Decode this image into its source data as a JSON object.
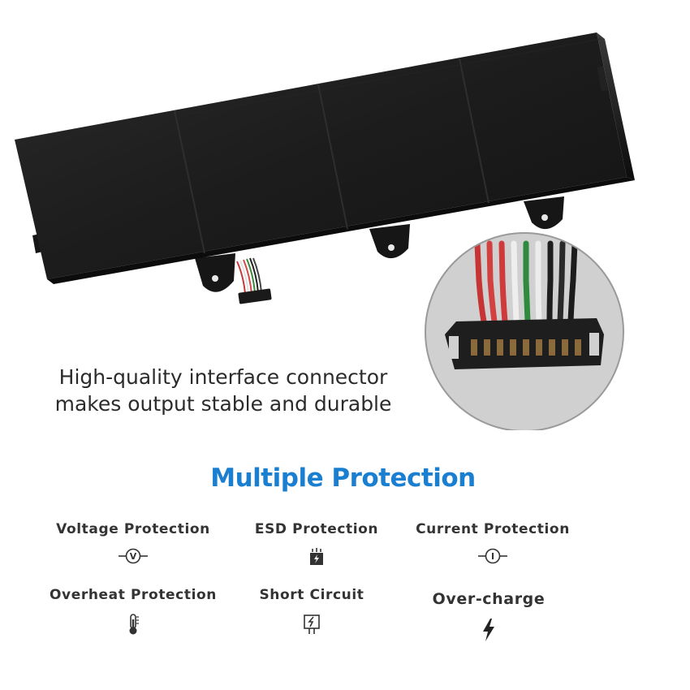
{
  "caption": {
    "line1": "High-quality interface connector",
    "line2": "makes output stable and durable"
  },
  "section": {
    "title": "Multiple Protection"
  },
  "features": [
    {
      "label": "Voltage Protection",
      "icon": "voltage-icon"
    },
    {
      "label": "ESD Protection",
      "icon": "esd-icon"
    },
    {
      "label": "Current Protection",
      "icon": "current-icon"
    },
    {
      "label": "Overheat Protection",
      "icon": "thermometer-icon"
    },
    {
      "label": "Short Circuit",
      "icon": "short-circuit-icon"
    },
    {
      "label": "Over-charge",
      "icon": "lightning-icon"
    }
  ],
  "colors": {
    "title_blue": "#1a7fd0",
    "battery_body": "#1b1b1b",
    "label_text": "#333333"
  }
}
